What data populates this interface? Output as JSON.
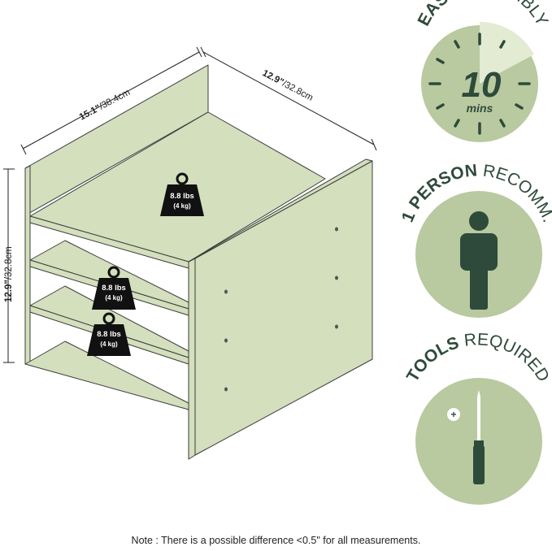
{
  "dimensions": {
    "width": {
      "imperial": "15.1\"",
      "metric": "/38.4cm"
    },
    "depth": {
      "imperial": "12.9\"",
      "metric": "/32.8cm"
    },
    "height": {
      "imperial": "12.9\"",
      "metric": "/32.8cm"
    }
  },
  "weights": [
    {
      "lbs": "8.8 lbs",
      "kg": "(4 kg)"
    },
    {
      "lbs": "8.8 lbs",
      "kg": "(4 kg)"
    },
    {
      "lbs": "8.8 lbs",
      "kg": "(4 kg)"
    }
  ],
  "badges": {
    "assembly": {
      "strong": "EASY",
      "rest": " ASSEMBLY",
      "number": "10",
      "unit": "mins",
      "icon": "timer-icon"
    },
    "person": {
      "strong": "1 PERSON",
      "rest": " RECOMM.",
      "icon": "person-icon"
    },
    "tools": {
      "strong": "TOOLS",
      "rest": " REQUIRED",
      "icon": "screwdriver-icon",
      "bit": "+"
    }
  },
  "note": "Note : There is a possible difference <0.5\" for all measurements.",
  "colors": {
    "panel": "#d3dfbd",
    "panel_edge": "#3c3c3c",
    "badge_bg": "#b9c9a0",
    "badge_dark": "#2e4a3a",
    "badge_light": "#e3ebd3"
  }
}
